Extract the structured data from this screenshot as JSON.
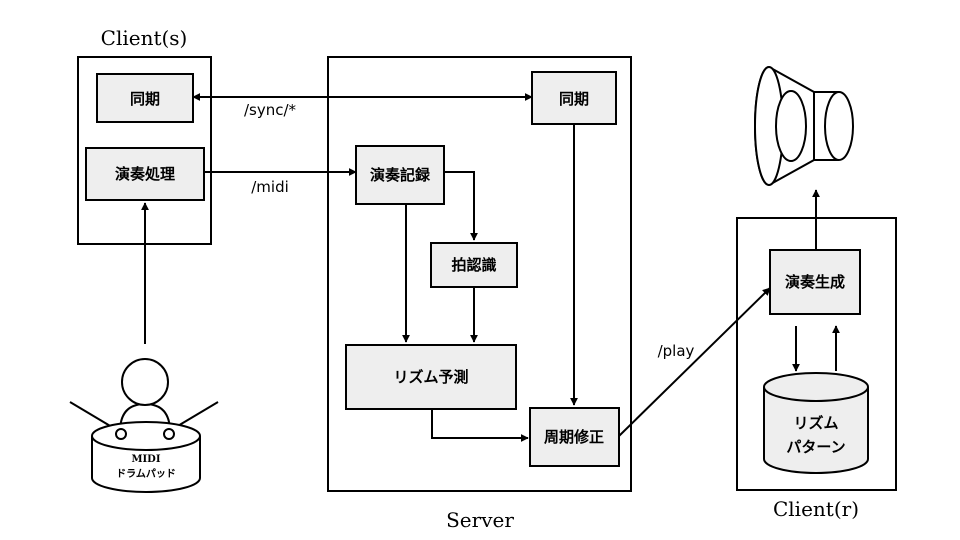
{
  "groups": {
    "client_s": "Client(s)",
    "server": "Server",
    "client_r": "Client(r)"
  },
  "nodes": {
    "sync_client": "同期",
    "performance_processing": "演奏処理",
    "sync_server": "同期",
    "performance_recording": "演奏記録",
    "beat_recognition": "拍認識",
    "rhythm_prediction": "リズム予測",
    "period_correction": "周期修正",
    "performance_generation": "演奏生成",
    "rhythm_pattern_line1": "リズム",
    "rhythm_pattern_line2": "パターン",
    "drum_label_line1": "MIDI",
    "drum_label_line2": "ドラムパッド"
  },
  "edges": {
    "sync": "/sync/*",
    "midi": "/midi",
    "play": "/play"
  },
  "colors": {
    "box_fill": "#eeeeee",
    "stroke": "#000000"
  }
}
